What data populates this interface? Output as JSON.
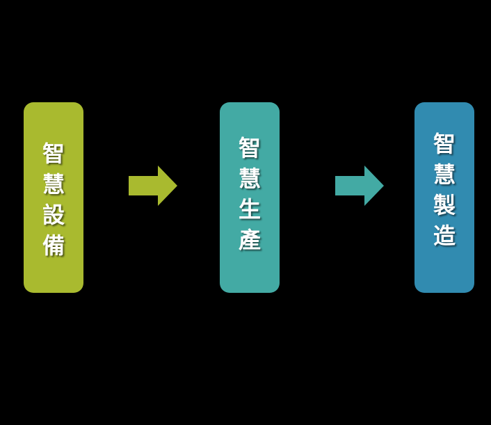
{
  "colors": {
    "background": "#000000",
    "stage1": "#a9ba2f",
    "stage2": "#43aaa4",
    "stage3": "#318bb0",
    "arrow1": "#a9ba2f",
    "arrow2": "#43aaa4",
    "text": "#ffffff"
  },
  "stages": [
    {
      "chars": [
        "智",
        "慧",
        "設",
        "備"
      ]
    },
    {
      "chars": [
        "智",
        "慧",
        "生",
        "產"
      ]
    },
    {
      "chars": [
        "智",
        "慧",
        "製",
        "造"
      ]
    }
  ],
  "arrows": [
    {
      "icon": "right-arrow-icon"
    },
    {
      "icon": "right-arrow-icon"
    }
  ]
}
